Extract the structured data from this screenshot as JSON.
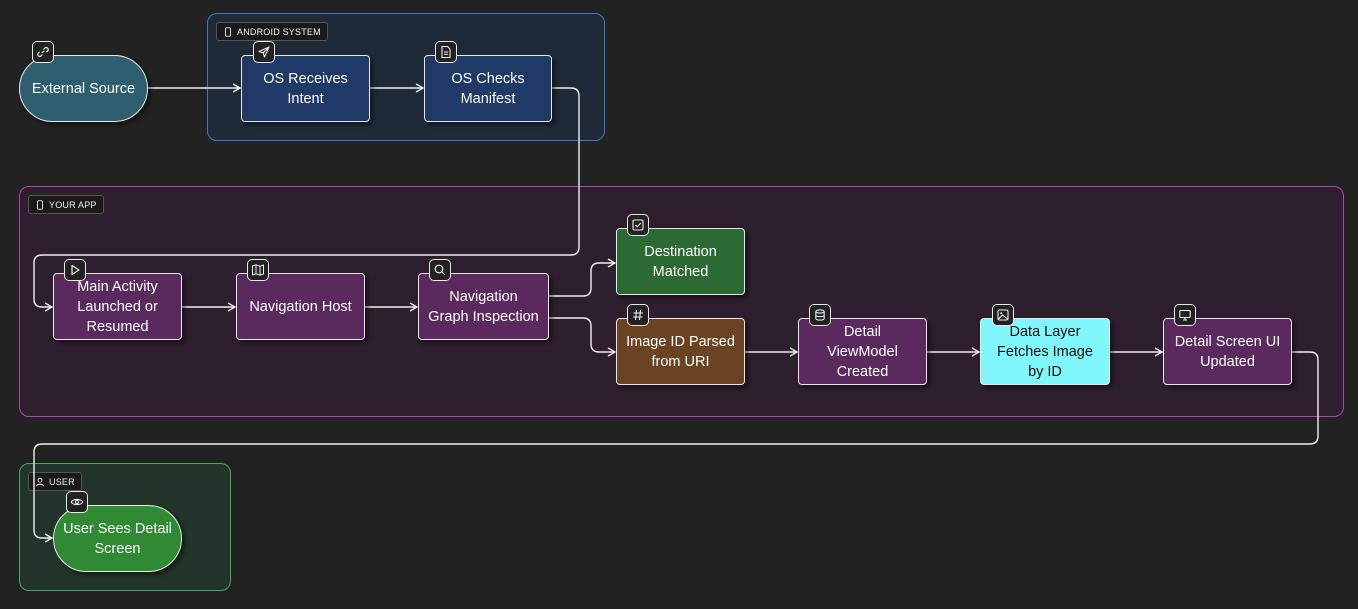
{
  "groups": {
    "android": {
      "label": "ANDROID SYSTEM",
      "icon": "smartphone-icon"
    },
    "app": {
      "label": "YOUR APP",
      "icon": "smartphone-icon"
    },
    "user": {
      "label": "USER",
      "icon": "user-icon"
    }
  },
  "nodes": {
    "external_source": {
      "label": "External Source",
      "icon": "link-icon",
      "color": "#2f5f6e"
    },
    "os_receives": {
      "label": "OS Receives\nIntent",
      "icon": "send-icon",
      "color": "#1f3a66"
    },
    "os_checks": {
      "label": "OS Checks\nManifest",
      "icon": "file-text-icon",
      "color": "#1f3a66"
    },
    "main_activity": {
      "label": "Main Activity\nLaunched or\nResumed",
      "icon": "play-icon",
      "color": "#5a2a5e"
    },
    "nav_host": {
      "label": "Navigation Host",
      "icon": "map-icon",
      "color": "#5a2a5e"
    },
    "nav_graph": {
      "label": "Navigation\nGraph Inspection",
      "icon": "search-icon",
      "color": "#5a2a5e"
    },
    "destination": {
      "label": "Destination\nMatched",
      "icon": "check-square-icon",
      "color": "#2c6a34"
    },
    "image_id": {
      "label": "Image ID Parsed\nfrom URI",
      "icon": "hash-icon",
      "color": "#6a4422"
    },
    "viewmodel": {
      "label": "Detail\nViewModel\nCreated",
      "icon": "database-icon",
      "color": "#5a2a5e"
    },
    "data_layer": {
      "label": "Data Layer\nFetches Image\nby ID",
      "icon": "image-icon",
      "color": "#7ff7fb"
    },
    "detail_ui": {
      "label": "Detail Screen UI\nUpdated",
      "icon": "monitor-icon",
      "color": "#5a2a5e"
    },
    "user_sees": {
      "label": "User Sees Detail\nScreen",
      "icon": "eye-icon",
      "color": "#2f8a33"
    }
  }
}
